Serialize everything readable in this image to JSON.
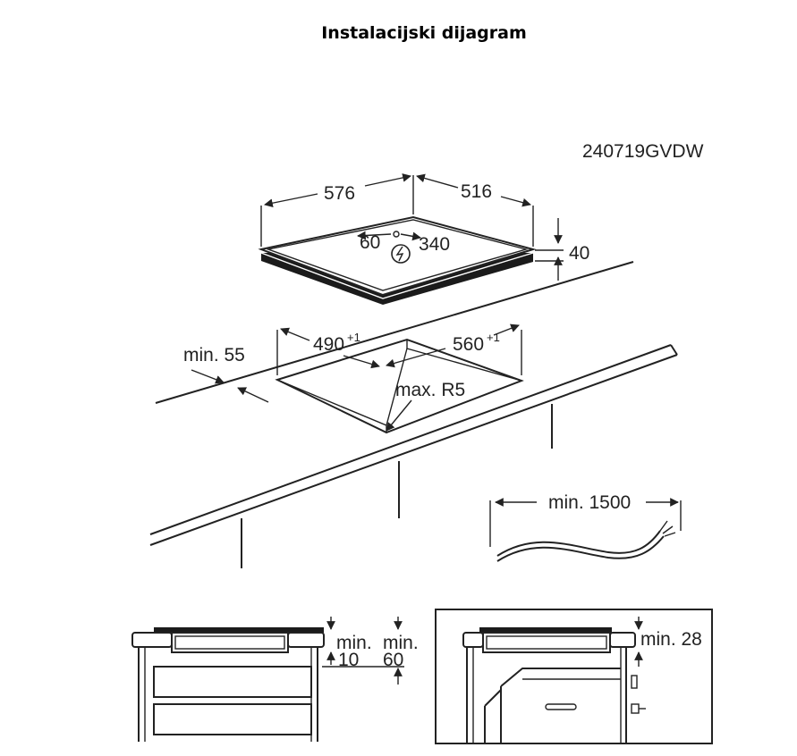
{
  "title": "Instalacijski dijagram",
  "model_code": "240719GVDW",
  "dimensions": {
    "hob_width": "576",
    "hob_depth": "516",
    "connection_left": "60",
    "connection_right": "340",
    "hob_height": "40",
    "cutout_width": "490",
    "cutout_width_tol": "+1",
    "cutout_depth": "560",
    "cutout_depth_tol": "+1",
    "min_edge": "min. 55",
    "max_radius": "max. R5",
    "cable_length": "min. 1500",
    "min_label_1": "min.",
    "gap_1": "10",
    "min_label_2": "min.",
    "gap_2": "60",
    "min_oven_gap": "min. 28"
  },
  "icons": {
    "electrical": "power-connection-icon"
  }
}
